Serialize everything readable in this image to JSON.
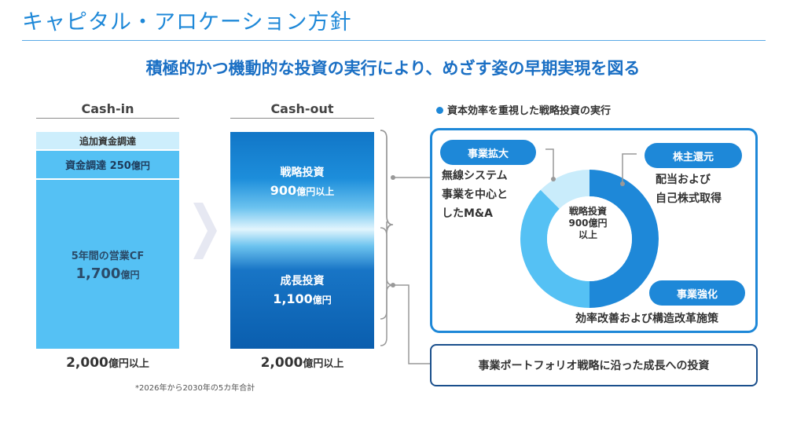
{
  "header": {
    "title": "キャピタル・アロケーション方針",
    "headline": "積極的かつ機動的な投資の実行により、めざす姿の早期実現を図る"
  },
  "cash_in": {
    "heading": "Cash-in",
    "additional_funding": "追加資金調達",
    "funding": {
      "label": "資金調達 250",
      "unit": "億円"
    },
    "operating_cf": {
      "label": "5年間の営業CF",
      "value": "1,700",
      "unit": "億円"
    },
    "total": {
      "value": "2,000",
      "unit": "億円以上"
    }
  },
  "cash_out": {
    "heading": "Cash-out",
    "strategic": {
      "label": "戦略投資",
      "value": "900",
      "unit": "億円以上"
    },
    "growth": {
      "label": "成長投資",
      "value": "1,100",
      "unit": "億円"
    },
    "total": {
      "value": "2,000",
      "unit": "億円以上"
    }
  },
  "footnote": "*2026年から2030年の5カ年合計",
  "strategic_panel": {
    "bullet": "資本効率を重視した戦略投資の実行",
    "business_expansion": {
      "label": "事業拡大",
      "lines": [
        "無線システム",
        "事業を中心と",
        "したM&A"
      ]
    },
    "shareholder_return": {
      "label": "株主還元",
      "lines": [
        "配当および",
        "自己株式取得"
      ]
    },
    "business_strengthening": {
      "label": "事業強化",
      "desc": "効率改善および構造改革施策"
    },
    "donut_center": [
      "戦略投資",
      "900億円",
      "以上"
    ],
    "donut": {
      "segments": [
        0.5,
        0.375,
        0.125
      ],
      "colors": [
        "#1e88d8",
        "#55c1f4",
        "#c9ecfb"
      ]
    }
  },
  "growth_panel": {
    "text": "事業ポートフォリオ戦略に沿った成長への投資"
  },
  "colors": {
    "accent": "#1e88d8",
    "light_blue": "#55c1f4",
    "navy": "#1a4f8c"
  }
}
